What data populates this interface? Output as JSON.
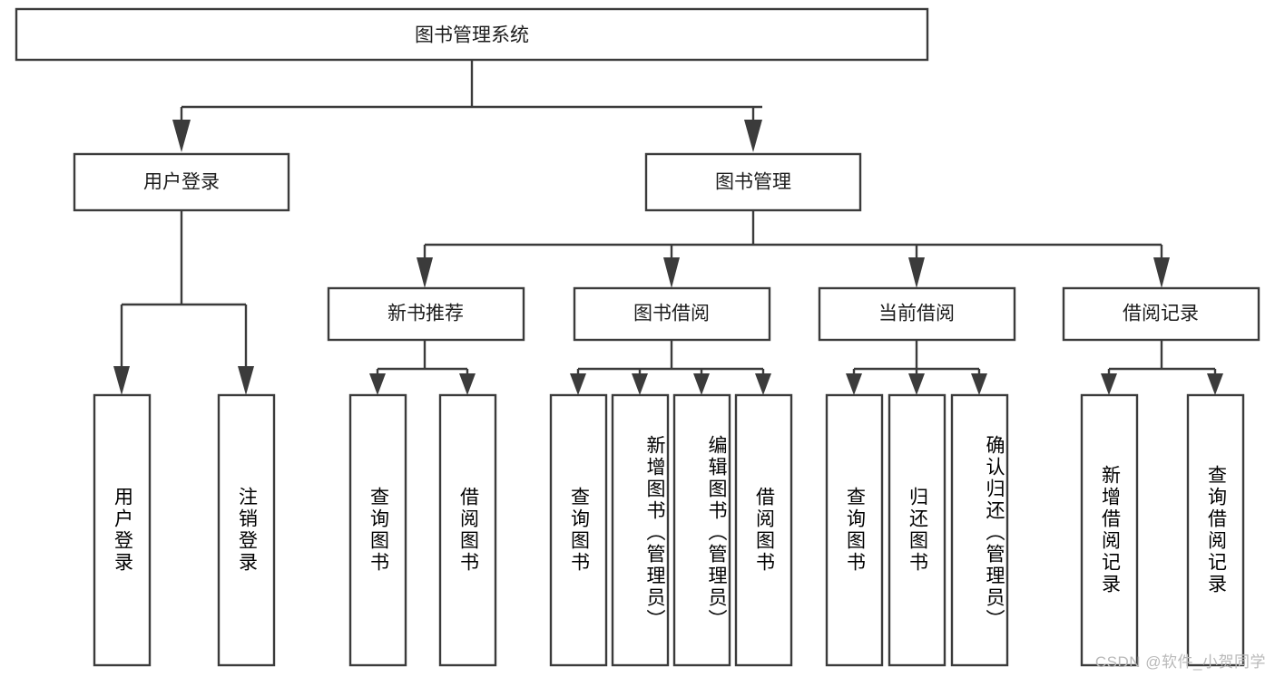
{
  "diagram": {
    "type": "hierarchy-tree",
    "title": "图书管理系统",
    "orientation": "top-down",
    "levels": 4,
    "colors": {
      "background": "#ffffff",
      "stroke": "#3b3b3b",
      "box_fill": "#ffffff",
      "text": "#1d1d1d",
      "watermark": "#b9b9b9"
    }
  },
  "root": {
    "label": "图书管理系统"
  },
  "level2": [
    {
      "id": "user-login",
      "label": "用户登录"
    },
    {
      "id": "book-management",
      "label": "图书管理"
    }
  ],
  "level3": [
    {
      "id": "new-book-recommend",
      "label": "新书推荐",
      "parent": "book-management"
    },
    {
      "id": "book-borrow",
      "label": "图书借阅",
      "parent": "book-management"
    },
    {
      "id": "current-borrow",
      "label": "当前借阅",
      "parent": "book-management"
    },
    {
      "id": "borrow-record",
      "label": "借阅记录",
      "parent": "book-management"
    }
  ],
  "leaves": {
    "user_login": [
      {
        "id": "leaf-user-login",
        "label": "用户登录"
      },
      {
        "id": "leaf-logout-login",
        "label": "注销登录"
      }
    ],
    "new_book_recommend": [
      {
        "id": "leaf-query-book-1",
        "label": "查询图书"
      },
      {
        "id": "leaf-borrow-book-1",
        "label": "借阅图书"
      }
    ],
    "book_borrow": [
      {
        "id": "leaf-query-book-2",
        "label": "查询图书"
      },
      {
        "id": "leaf-add-book",
        "label": "新增图书（管理员）"
      },
      {
        "id": "leaf-edit-book",
        "label": "编辑图书（管理员）"
      },
      {
        "id": "leaf-borrow-book-2",
        "label": "借阅图书"
      }
    ],
    "current_borrow": [
      {
        "id": "leaf-query-book-3",
        "label": "查询图书"
      },
      {
        "id": "leaf-return-book",
        "label": "归还图书"
      },
      {
        "id": "leaf-confirm-return",
        "label": "确认归还（管理员）"
      }
    ],
    "borrow_record": [
      {
        "id": "leaf-add-borrow-record",
        "label": "新增借阅记录"
      },
      {
        "id": "leaf-query-borrow-record",
        "label": "查询借阅记录"
      }
    ]
  },
  "watermark": {
    "text": "CSDN @软件_小贺同学"
  }
}
